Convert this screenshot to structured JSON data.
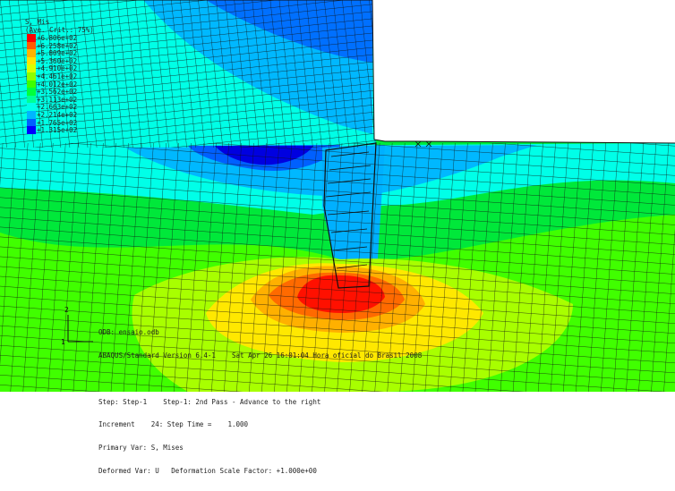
{
  "legend": {
    "header": [
      "S, Mis",
      "(Ave. Crit.: 75%)"
    ],
    "values": [
      "+6.806e+02",
      "+6.258e+02",
      "+5.809e+02",
      "+5.360e+02",
      "+4.910e+02",
      "+4.461e+02",
      "+4.012e+02",
      "+3.562e+02",
      "+3.113e+02",
      "+2.663e+02",
      "+2.214e+02",
      "+1.765e+02",
      "+1.315e+02"
    ],
    "colors": [
      "#ff0000",
      "#ff5a00",
      "#ffb300",
      "#ffe300",
      "#d8ff00",
      "#8cff00",
      "#3cff00",
      "#00ff3c",
      "#00ff95",
      "#00ffe8",
      "#00b6ff",
      "#0060ff",
      "#0000ff"
    ]
  },
  "info": {
    "lines": [
      "ODB: ensaio.odb",
      "ABAQUS/Standard Version 6.4-1    Sat Apr 26 16:01:04 Hora oficial do Brasil 2008",
      "",
      "Step: Step-1    Step-1: 2nd Pass - Advance to the right",
      "Increment    24: Step Time =    1.000",
      "Primary Var: S, Mises",
      "Deformed Var: U   Deformation Scale Factor: +1.000e+00"
    ]
  },
  "triad": {
    "y": "2",
    "x": "1"
  },
  "colors": {
    "background": "#ffffff",
    "mesh": "#101010"
  }
}
